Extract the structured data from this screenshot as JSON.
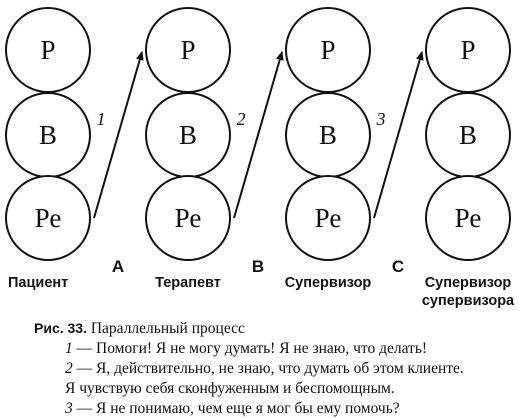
{
  "columns": [
    {
      "circles": [
        "Р",
        "В",
        "Ре"
      ],
      "label": [
        "Пациент"
      ]
    },
    {
      "circles": [
        "Р",
        "В",
        "Ре"
      ],
      "label": [
        "Терапевт"
      ]
    },
    {
      "circles": [
        "Р",
        "В",
        "Ре"
      ],
      "label": [
        "Супервизор"
      ]
    },
    {
      "circles": [
        "Р",
        "В",
        "Ре"
      ],
      "label": [
        "Супервизор",
        "супервизора"
      ]
    }
  ],
  "transitions": [
    {
      "number": "1",
      "letter": "А"
    },
    {
      "number": "2",
      "letter": "В"
    },
    {
      "number": "3",
      "letter": "С"
    }
  ],
  "caption": {
    "figure_label": "Рис. 33.",
    "title": "Параллельный процесс",
    "items": [
      {
        "number": "1",
        "lines": [
          "— Помоги! Я не могу думать! Я не знаю, что делать!"
        ]
      },
      {
        "number": "2",
        "lines": [
          "— Я, действительно, не знаю, что думать об этом клиенте.",
          "Я чувствую себя сконфуженным и беспомощным."
        ]
      },
      {
        "number": "3",
        "lines": [
          "— Я не понимаю, чем еще я мог бы ему помочь?"
        ]
      }
    ]
  }
}
